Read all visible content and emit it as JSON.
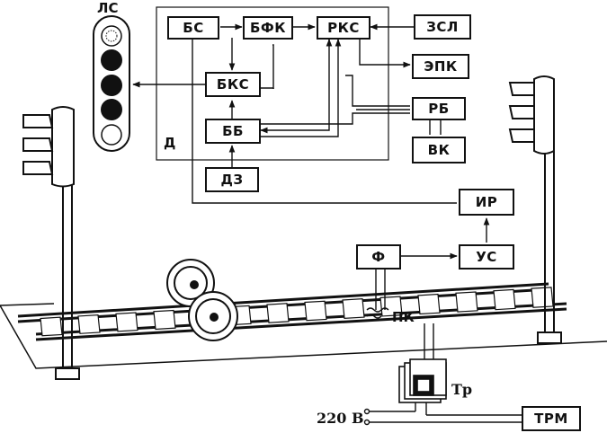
{
  "blocks": {
    "bs": "БС",
    "bfk": "БФК",
    "rks": "РКС",
    "zsl": "ЗСЛ",
    "epk": "ЭПК",
    "bks": "БКС",
    "rb": "РБ",
    "bb": "ББ",
    "vk": "ВК",
    "dz": "ДЗ",
    "ir": "ИР",
    "f": "Ф",
    "us": "УС",
    "trm": "ТРМ"
  },
  "labels": {
    "ls": "ЛС",
    "d": "Д",
    "pk": "ПК",
    "tr": "Тр",
    "voltage": "220 В"
  },
  "colors": {
    "ink": "#111111",
    "background": "#ffffff"
  }
}
